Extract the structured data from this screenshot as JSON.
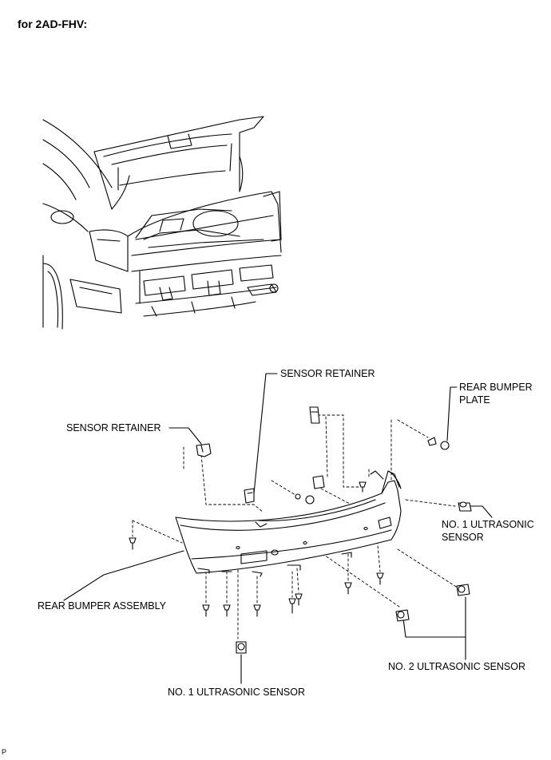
{
  "header": {
    "title": "for 2AD-FHV:"
  },
  "labels": {
    "sensor_retainer_top": "SENSOR RETAINER",
    "sensor_retainer_left": "SENSOR RETAINER",
    "rear_bumper_plate_line1": "REAR BUMPER",
    "rear_bumper_plate_line2": "PLATE",
    "no1_sensor_right_line1": "NO. 1 ULTRASONIC",
    "no1_sensor_right_line2": "SENSOR",
    "rear_bumper_assembly": "REAR BUMPER ASSEMBLY",
    "no2_sensor": "NO. 2 ULTRASONIC SENSOR",
    "no1_sensor_bottom": "NO. 1 ULTRASONIC SENSOR"
  },
  "footer": {
    "code": "P"
  }
}
